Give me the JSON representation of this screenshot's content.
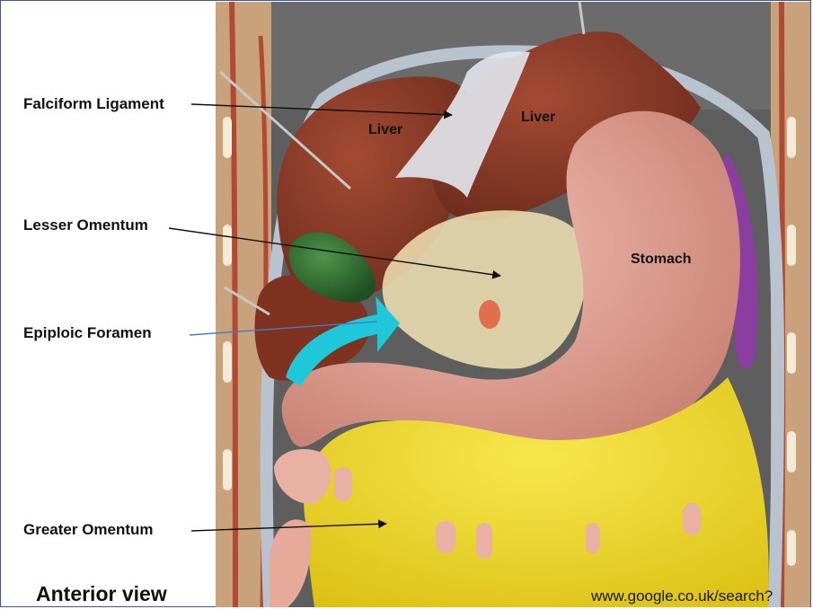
{
  "figure": {
    "title": "Anterior view",
    "credit": "www.google.co.uk/search?",
    "side_labels": {
      "falciform": "Falciform Ligament",
      "lesser": "Lesser Omentum",
      "epiploic": "Epiploic Foramen",
      "greater": "Greater Omentum"
    },
    "organ_labels": {
      "liver_left": "Liver",
      "liver_right": "Liver",
      "stomach": "Stomach"
    }
  },
  "colors": {
    "frame_border": "#3c5b8c",
    "liver": "#8c3a26",
    "stomach": "#e6a99b",
    "omentum": "#f2dc2c",
    "gallbladder": "#3c7a3a",
    "foramen_arrow": "#1ec8d8",
    "lesser_omentum_film": "#f1e3b4",
    "body_wall": "#c9a27c",
    "cavity_bg": "#5d5d5d"
  }
}
